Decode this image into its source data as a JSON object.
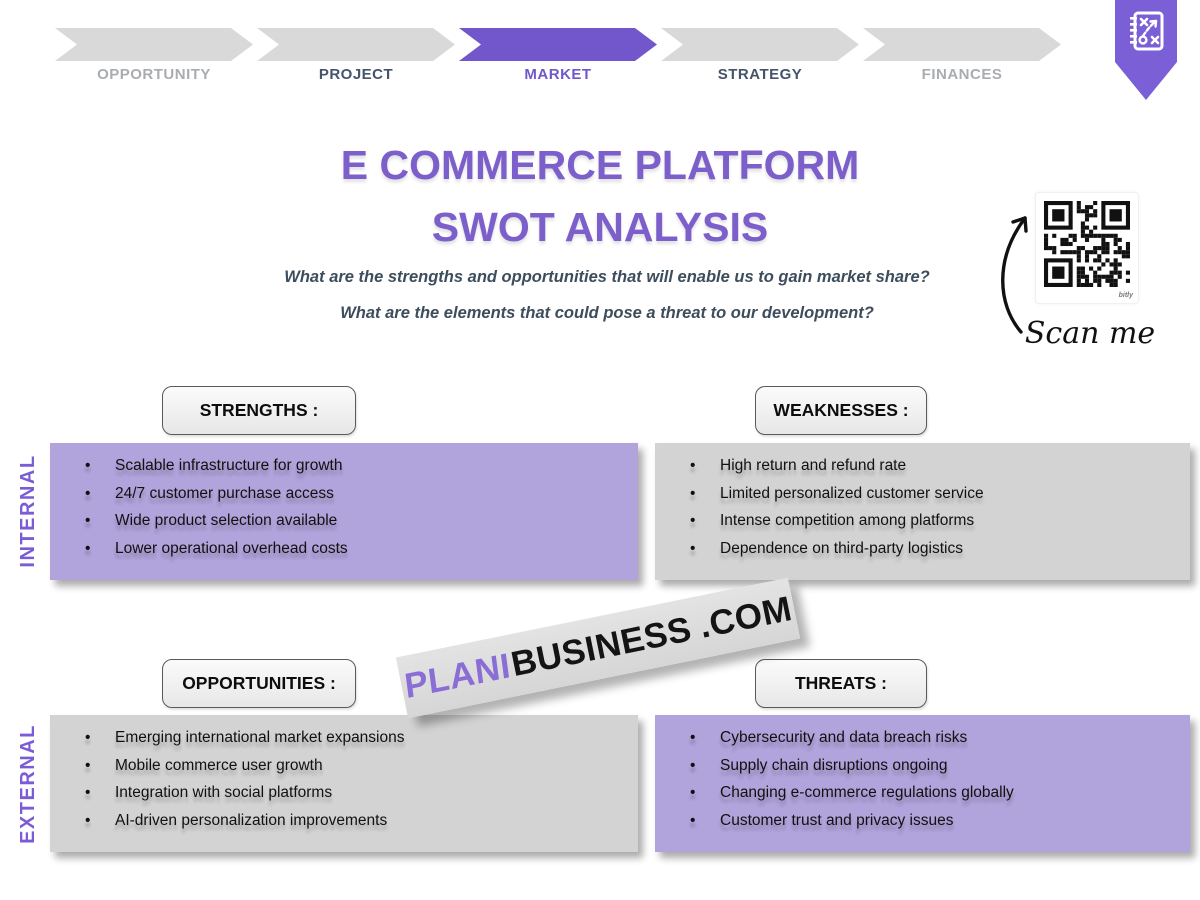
{
  "stepper": {
    "steps": [
      {
        "label": "OPPORTUNITY",
        "state": "inactive"
      },
      {
        "label": "PROJECT",
        "state": "upcoming"
      },
      {
        "label": "MARKET",
        "state": "active"
      },
      {
        "label": "STRATEGY",
        "state": "upcoming"
      },
      {
        "label": "FINANCES",
        "state": "inactive"
      }
    ]
  },
  "badge": {
    "icon": "strategy-playbook-icon"
  },
  "title": {
    "line1": "E COMMERCE PLATFORM",
    "line2": "SWOT ANALYSIS"
  },
  "subtitle": {
    "line1": "What are the strengths and opportunities that will enable us to gain market share?",
    "line2": "What are the elements that could pose a threat to our development?"
  },
  "qr": {
    "caption": "Scan me",
    "brand": "bitly"
  },
  "axis": {
    "internal": "INTERNAL",
    "external": "EXTERNAL"
  },
  "swot": {
    "strengths": {
      "label": "STRENGTHS :",
      "variant": "purple",
      "items": [
        "Scalable infrastructure for growth",
        "24/7 customer purchase access",
        "Wide product selection available",
        "Lower operational overhead costs"
      ]
    },
    "weaknesses": {
      "label": "WEAKNESSES :",
      "variant": "gray",
      "items": [
        "High return and refund rate",
        "Limited personalized customer service",
        "Intense competition among platforms",
        "Dependence on third-party logistics"
      ]
    },
    "opportunities": {
      "label": "OPPORTUNITIES :",
      "variant": "gray",
      "items": [
        "Emerging international market expansions",
        "Mobile commerce user growth",
        "Integration with social platforms",
        "AI-driven personalization improvements"
      ]
    },
    "threats": {
      "label": "THREATS :",
      "variant": "purple",
      "items": [
        "Cybersecurity and data breach risks",
        "Supply chain disruptions ongoing",
        "Changing e-commerce regulations globally",
        "Customer trust and privacy issues"
      ]
    }
  },
  "watermark": {
    "part1": "PLANI",
    "part2": "BUSINESS",
    "part3": ".COM"
  },
  "colors": {
    "accent_purple": "#7156CC",
    "title_purple": "#7C5FCB",
    "panel_purple": "#B1A3DB",
    "panel_gray": "#D3D3D3",
    "chevron_gray": "#D9D9D9",
    "step_dark": "#44546A",
    "step_gray": "#A9ACB1",
    "ribbon_purple": "#7A5FD6",
    "watermark_purple": "#8A6ED6"
  }
}
